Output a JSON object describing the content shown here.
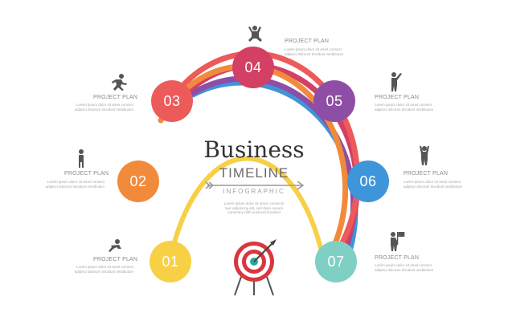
{
  "title": {
    "business": "Business",
    "timeline": "TIMELINE",
    "infographic": "INFOGRAPHIC"
  },
  "center_description": [
    "Lorem ipsum dolor sit amet, consecte",
    "tuer adipiscing elit, sed diam nonum",
    "nonummy nibh euismod tincidunt"
  ],
  "colors": {
    "yellow": "#f7d046",
    "orange": "#f28a3c",
    "red": "#ec5a5a",
    "crimson": "#d43f64",
    "purple": "#8e4ea6",
    "blue": "#3f95da",
    "teal": "#7fcfc4"
  },
  "steps": [
    {
      "number": "01",
      "label": "PROJECT PLAN",
      "desc": [
        "Lorem ipsum dolor sit amet consect",
        "adipisci dolorum tincidunt vestibulum"
      ],
      "color": "#f7d046",
      "icon": "crouching-runner-icon"
    },
    {
      "number": "02",
      "label": "PROJECT PLAN",
      "desc": [
        "Lorem ipsum dolor sit amet consect",
        "adipisci dolorum tincidunt vestibulum"
      ],
      "color": "#f28a3c",
      "icon": "walking-man-icon"
    },
    {
      "number": "03",
      "label": "PROJECT PLAN",
      "desc": [
        "Lorem ipsum dolor sit amet consect",
        "adipisci dolorum tincidunt vestibulum"
      ],
      "color": "#ec5a5a",
      "icon": "running-man-icon"
    },
    {
      "number": "04",
      "label": "PROJECT PLAN",
      "desc": [
        "Lorem ipsum dolor sit amet consect",
        "adipisci dolorum tincidunt vestibulum"
      ],
      "color": "#d43f64",
      "icon": "jumping-man-icon"
    },
    {
      "number": "05",
      "label": "PROJECT PLAN",
      "desc": [
        "Lorem ipsum dolor sit amet consect",
        "adipisci dolorum tincidunt vestibulum"
      ],
      "color": "#8e4ea6",
      "icon": "pointing-man-icon"
    },
    {
      "number": "06",
      "label": "PROJECT PLAN",
      "desc": [
        "Lorem ipsum dolor sit amet consect",
        "adipisci dolorum tincidunt vestibulum"
      ],
      "color": "#3f95da",
      "icon": "cheering-man-icon"
    },
    {
      "number": "07",
      "label": "PROJECT PLAN",
      "desc": [
        "Lorem ipsum dolor sit amet consect",
        "adipisci dolorum tincidunt vestibulum"
      ],
      "color": "#7fcfc4",
      "icon": "flag-man-icon"
    }
  ]
}
